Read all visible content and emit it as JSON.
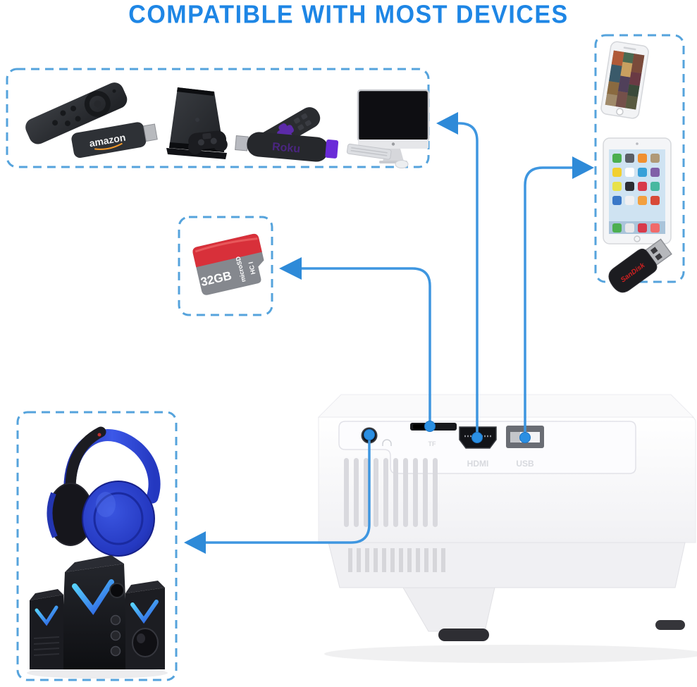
{
  "title": "COMPATIBLE WITH MOST DEVICES",
  "colors": {
    "title_blue": "#1E86E5",
    "dash_blue": "#55A3DC",
    "line_blue": "#3E96E0",
    "arrow_blue": "#2E8AD8",
    "dot_blue": "#2B8FE2",
    "sd_red": "#D8303A",
    "roku_purple": "#5B2AA8",
    "headphone_blue": "#2A3FD0",
    "sandisk_red": "#D02020"
  },
  "groups": {
    "streaming": {
      "name": "streaming-and-video-devices",
      "devices": [
        "Amazon Fire TV remote",
        "Amazon Fire TV Stick",
        "PlayStation 4 console with controller",
        "Roku remote",
        "Roku Streaming Stick",
        "iMac computer with keyboard and mouse"
      ]
    },
    "mobile": {
      "name": "mobile-and-storage-devices",
      "devices": [
        "iPhone",
        "iPad",
        "SanDisk USB flash drive"
      ]
    },
    "storage": {
      "name": "memory-card",
      "devices": [
        "32GB Micro SD card"
      ]
    },
    "audio": {
      "name": "audio-devices",
      "devices": [
        "Blue wireless headphones",
        "2.1 speaker system"
      ]
    }
  },
  "logos": {
    "fire_stick": "amazon",
    "roku_stick": "Roku",
    "sd_capacity": "32GB",
    "sd_type": "microSD",
    "sd_class": "HC I",
    "usb_drive": "SanDisk"
  },
  "projector": {
    "ports": {
      "audio": "",
      "tf": "TF",
      "hdmi": "HDMI",
      "usb": "USB"
    }
  }
}
